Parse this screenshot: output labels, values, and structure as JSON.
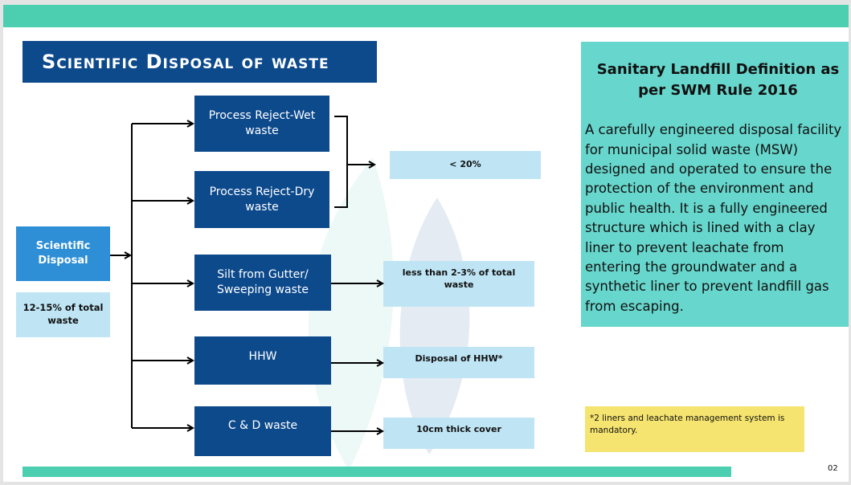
{
  "title": "Scientific Disposal of waste",
  "diagram": {
    "source": {
      "label": "Scientific Disposal",
      "note": "12-15% of total waste"
    },
    "categories": [
      "Process Reject-Wet waste",
      "Process Reject-Dry waste",
      "Silt from Gutter/ Sweeping waste",
      "HHW",
      "C & D waste"
    ],
    "outcomes": [
      "< 20%",
      "less than 2-3% of total waste",
      "Disposal of HHW*",
      "10cm thick cover"
    ]
  },
  "definition": {
    "title": "Sanitary Landfill Definition as per SWM Rule 2016",
    "body": "A carefully engineered disposal facility for municipal solid waste (MSW) designed and operated to ensure the protection of the environment and public health. It is a fully engineered structure which is lined with a clay liner to prevent leachate from entering the groundwater and a synthetic liner to prevent landfill gas from escaping."
  },
  "footnote": "*2 liners and leachate management system is mandatory.",
  "page_number": "02",
  "colors": {
    "accent_bar": "#4ccfb0",
    "title_bg": "#0d4a8c",
    "category_bg": "#0d4a8c",
    "source_bg": "#2e8ed6",
    "outcome_bg": "#bfe5f5",
    "definition_bg": "#67d6cc",
    "footnote_bg": "#f5e46f"
  }
}
